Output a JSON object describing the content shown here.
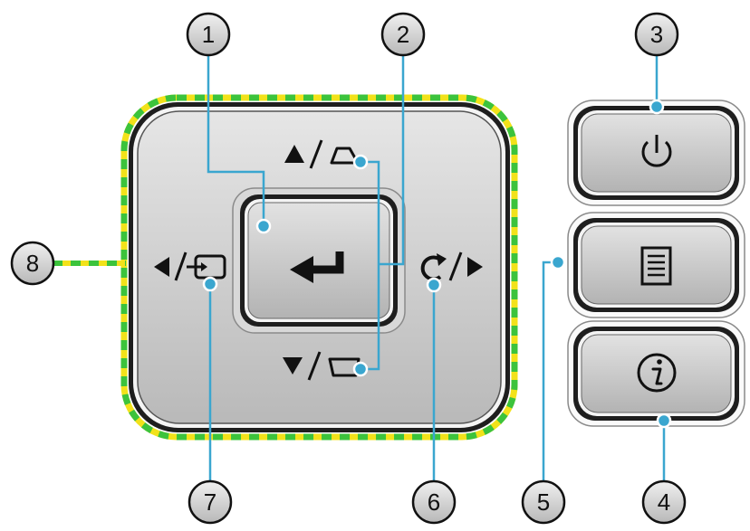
{
  "callouts": [
    {
      "number": "1"
    },
    {
      "number": "2"
    },
    {
      "number": "3"
    },
    {
      "number": "4"
    },
    {
      "number": "5"
    },
    {
      "number": "6"
    },
    {
      "number": "7"
    },
    {
      "number": "8"
    }
  ],
  "icons": {
    "enter": "enter-arrow-icon",
    "up_keystone": "up-arrow-keystone-icon",
    "down_keystone": "down-arrow-keystone-icon",
    "left_source": "left-arrow-source-icon",
    "right_resync": "right-arrow-resync-icon",
    "power": "power-icon",
    "menu": "menu-icon",
    "info": "info-icon"
  },
  "colors": {
    "leader_line": "#3aa6cf",
    "led_green": "#3cc33c",
    "led_yellow": "#f2e21a",
    "button_face": "#c9c9c9",
    "button_border": "#1a1a1a"
  }
}
